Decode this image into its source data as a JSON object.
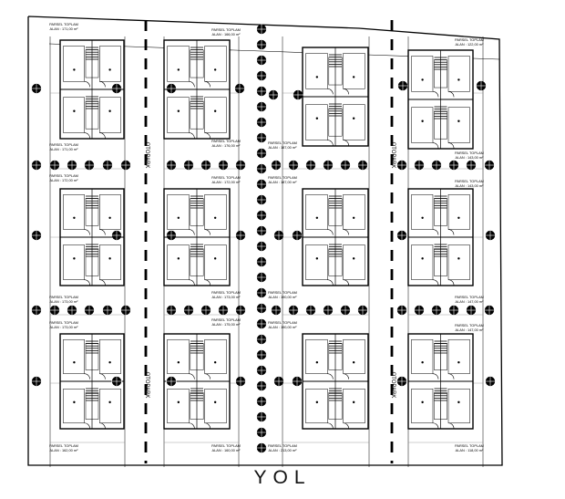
{
  "road_label": "YOL",
  "street_label": "OTOPARK",
  "colors": {
    "ink": "#000000",
    "paper": "#ffffff",
    "grey": "#888888"
  },
  "parcels": [
    {
      "label": "PARSEL TOPLAM",
      "area": "ALAN : 171,00 m²"
    },
    {
      "label": "PARSEL TOPLAM",
      "area": "ALAN : 166,00 m²"
    },
    {
      "label": "PARSEL TOPLAM",
      "area": "ALAN : 122,00 m²"
    },
    {
      "label": "PARSEL TOPLAM",
      "area": "ALAN : 171,00 m²"
    },
    {
      "label": "PARSEL TOPLAM",
      "area": "ALAN : 176,00 m²"
    },
    {
      "label": "PARSEL TOPLAM",
      "area": "ALAN : 187,00 m²"
    },
    {
      "label": "PARSEL TOPLAM",
      "area": "ALAN : 143,00 m²"
    },
    {
      "label": "PARSEL TOPLAM",
      "area": "ALAN : 172,00 m²"
    },
    {
      "label": "PARSEL TOPLAM",
      "area": "ALAN : 172,00 m²"
    },
    {
      "label": "PARSEL TOPLAM",
      "area": "ALAN : 187,00 m²"
    },
    {
      "label": "PARSEL TOPLAM",
      "area": "ALAN : 143,00 m²"
    },
    {
      "label": "PARSEL TOPLAM",
      "area": "ALAN : 173,00 m²"
    },
    {
      "label": "PARSEL TOPLAM",
      "area": "ALAN : 173,00 m²"
    },
    {
      "label": "PARSEL TOPLAM",
      "area": "ALAN : 190,00 m²"
    },
    {
      "label": "PARSEL TOPLAM",
      "area": "ALAN : 147,00 m²"
    },
    {
      "label": "PARSEL TOPLAM",
      "area": "ALAN : 173,00 m²"
    },
    {
      "label": "PARSEL TOPLAM",
      "area": "ALAN : 175,00 m²"
    },
    {
      "label": "PARSEL TOPLAM",
      "area": "ALAN : 190,00 m²"
    },
    {
      "label": "PARSEL TOPLAM",
      "area": "ALAN : 147,00 m²"
    },
    {
      "label": "PARSEL TOPLAM",
      "area": "ALAN : 162,00 m²"
    },
    {
      "label": "PARSEL TOPLAM",
      "area": "ALAN : 160,00 m²"
    },
    {
      "label": "PARSEL TOPLAM",
      "area": "ALAN : 213,00 m²"
    },
    {
      "label": "PARSEL TOPLAM",
      "area": "ALAN : 118,00 m²"
    }
  ]
}
